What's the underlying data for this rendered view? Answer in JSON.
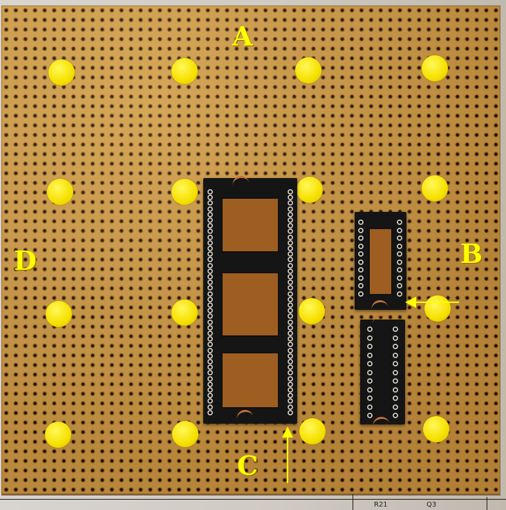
{
  "labels": {
    "a": "A",
    "b": "B",
    "c": "C",
    "d": "D"
  },
  "schematic": {
    "text_1": "R21",
    "text_2": "Q3"
  },
  "colors": {
    "board": "#c9933f",
    "hole": "#1e1408",
    "pad": "#f6e100",
    "label": "#ffff00",
    "socket": "#151515",
    "copper": "#c27438"
  }
}
